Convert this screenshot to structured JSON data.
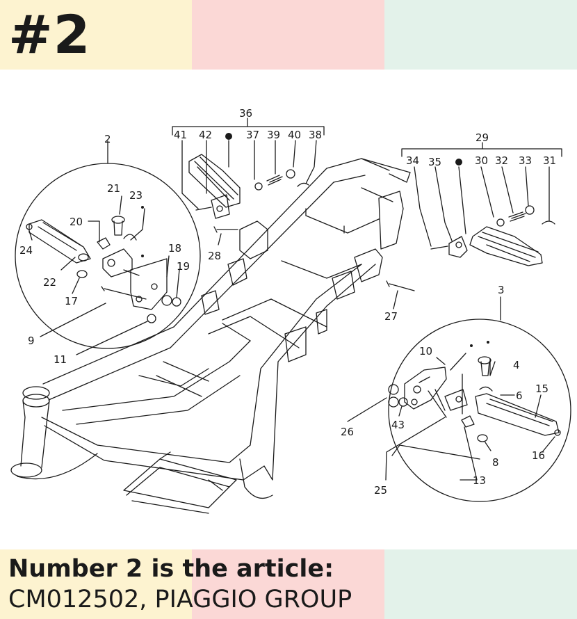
{
  "header": {
    "title": "#2"
  },
  "footer": {
    "line1": "Number 2 is the article:",
    "line2": "CM012502, PIAGGIO GROUP"
  },
  "colors": {
    "band_yellow": "#fdf3d0",
    "band_red": "#fbd8d6",
    "band_green": "#e3f2ea",
    "line": "#1a1a1a"
  },
  "labels": {
    "l2": "2",
    "l3": "3",
    "l4": "4",
    "l6": "6",
    "l8": "8",
    "l9": "9",
    "l10": "10",
    "l11": "11",
    "l13": "13",
    "l15": "15",
    "l16": "16",
    "l17": "17",
    "l18": "18",
    "l19": "19",
    "l20": "20",
    "l21": "21",
    "l22": "22",
    "l23": "23",
    "l24": "24",
    "l25": "25",
    "l26": "26",
    "l27": "27",
    "l28": "28",
    "l29": "29",
    "l30": "30",
    "l31": "31",
    "l32": "32",
    "l33": "33",
    "l34": "34",
    "l35": "35",
    "l36": "36",
    "l37": "37",
    "l38": "38",
    "l39": "39",
    "l40": "40",
    "l41": "41",
    "l42": "42",
    "l43": "43"
  }
}
